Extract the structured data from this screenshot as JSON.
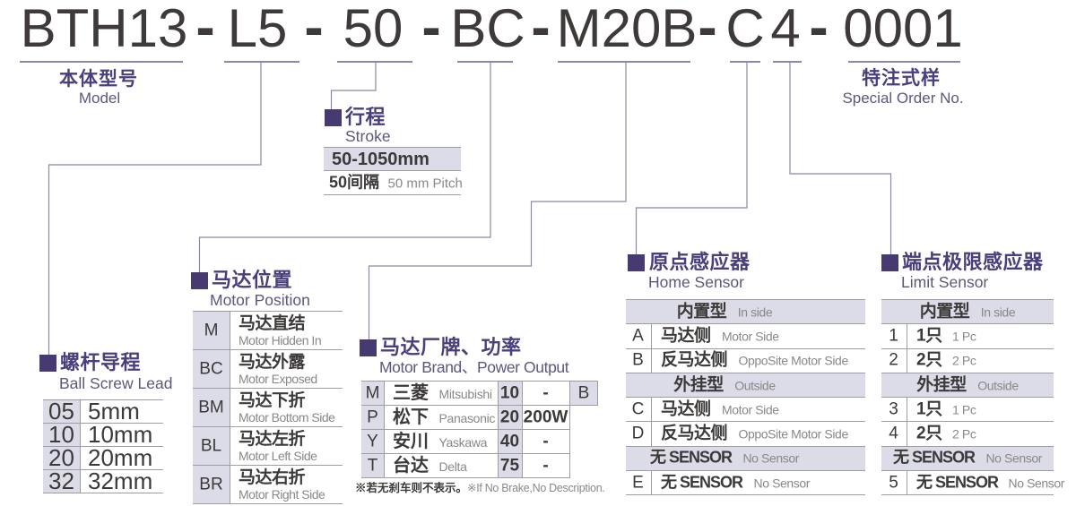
{
  "title": {
    "segments": [
      "BTH13",
      "L5",
      "50",
      "BC",
      "M20B",
      "C",
      "4",
      "0001"
    ],
    "separator": "-"
  },
  "model_label": {
    "zh": "本体型号",
    "en": "Model"
  },
  "special_order_label": {
    "zh": "特注式样",
    "en": "Special Order No."
  },
  "stroke": {
    "heading_zh": "行程",
    "heading_en": "Stroke",
    "range": "50-1050mm",
    "pitch_zh": "50间隔",
    "pitch_en": "50 mm Pitch"
  },
  "ball_screw_lead": {
    "heading_zh": "螺杆导程",
    "heading_en": "Ball Screw Lead",
    "rows": [
      {
        "code": "05",
        "value": "5mm"
      },
      {
        "code": "10",
        "value": "10mm"
      },
      {
        "code": "20",
        "value": "20mm"
      },
      {
        "code": "32",
        "value": "32mm"
      }
    ]
  },
  "motor_position": {
    "heading_zh": "马达位置",
    "heading_en": "Motor Position",
    "rows": [
      {
        "code": "M",
        "zh": "马达直结",
        "en": "Motor Hidden In"
      },
      {
        "code": "BC",
        "zh": "马达外露",
        "en": "Motor Exposed"
      },
      {
        "code": "BM",
        "zh": "马达下折",
        "en": "Motor Bottom Side"
      },
      {
        "code": "BL",
        "zh": "马达左折",
        "en": "Motor Left Side"
      },
      {
        "code": "BR",
        "zh": "马达右折",
        "en": "Motor Right Side"
      }
    ]
  },
  "motor_brand": {
    "heading_zh": "马达厂牌、功率",
    "heading_en": "Motor Brand、Power Output",
    "rows": [
      {
        "code": "M",
        "brand_zh": "三菱",
        "brand_en": "Mitsubishi",
        "power_code": "10",
        "power": "-"
      },
      {
        "code": "P",
        "brand_zh": "松下",
        "brand_en": "Panasonic",
        "power_code": "20",
        "power": "200W"
      },
      {
        "code": "Y",
        "brand_zh": "安川",
        "brand_en": "Yaskawa",
        "power_code": "40",
        "power": "-"
      },
      {
        "code": "T",
        "brand_zh": "台达",
        "brand_en": "Delta",
        "power_code": "75",
        "power": "-"
      }
    ],
    "brake_code": "B",
    "note_zh": "※若无刹车则不表示。",
    "note_en": "※If No Brake,No Description."
  },
  "home_sensor": {
    "heading_zh": "原点感应器",
    "heading_en": "Home Sensor",
    "rows": [
      {
        "type": "header",
        "zh": "内置型",
        "en": "In side"
      },
      {
        "type": "item",
        "code": "A",
        "zh": "马达侧",
        "en": "Motor Side"
      },
      {
        "type": "item",
        "code": "B",
        "zh": "反马达侧",
        "en": "OppoSite Motor Side"
      },
      {
        "type": "header",
        "zh": "外挂型",
        "en": "Outside"
      },
      {
        "type": "item",
        "code": "C",
        "zh": "马达侧",
        "en": "Motor Side"
      },
      {
        "type": "item",
        "code": "D",
        "zh": "反马达侧",
        "en": "OppoSite Motor Side"
      },
      {
        "type": "header",
        "zh": "无 SENSOR",
        "en": "No Sensor"
      },
      {
        "type": "item",
        "code": "E",
        "zh": "无 SENSOR",
        "en": "No Sensor"
      }
    ]
  },
  "limit_sensor": {
    "heading_zh": "端点极限感应器",
    "heading_en": "Limit Sensor",
    "rows": [
      {
        "type": "header",
        "zh": "内置型",
        "en": "In side"
      },
      {
        "type": "item",
        "code": "1",
        "zh": "1只",
        "en": "1 Pc"
      },
      {
        "type": "item",
        "code": "2",
        "zh": "2只",
        "en": "2 Pc"
      },
      {
        "type": "header",
        "zh": "外挂型",
        "en": "Outside"
      },
      {
        "type": "item",
        "code": "3",
        "zh": "1只",
        "en": "1 Pc"
      },
      {
        "type": "item",
        "code": "4",
        "zh": "2只",
        "en": "2 Pc"
      },
      {
        "type": "header",
        "zh": "无 SENSOR",
        "en": "No Sensor"
      },
      {
        "type": "item",
        "code": "5",
        "zh": "无 SENSOR",
        "en": "No Sensor"
      }
    ]
  }
}
